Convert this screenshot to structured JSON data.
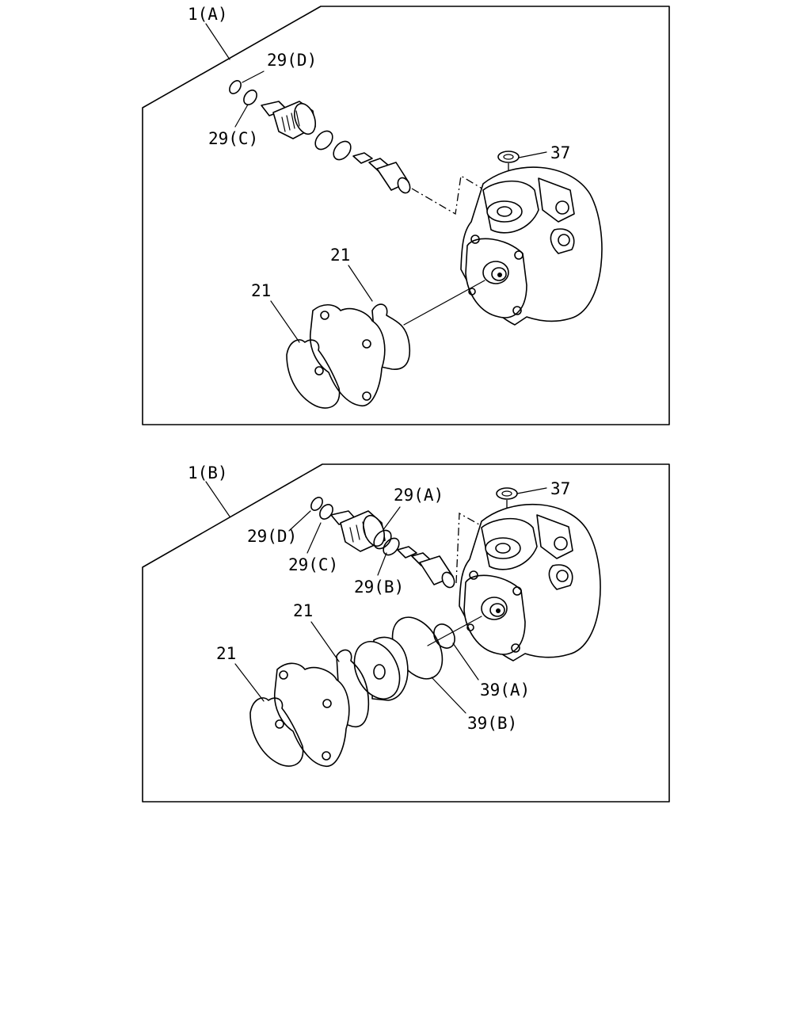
{
  "panels": [
    {
      "title": "1(A)",
      "labels": {
        "l29d": "29(D)",
        "l29c": "29(C)",
        "l37": "37",
        "l21a": "21",
        "l21b": "21"
      }
    },
    {
      "title": "1(B)",
      "labels": {
        "l29a": "29(A)",
        "l29d": "29(D)",
        "l29c": "29(C)",
        "l29b": "29(B)",
        "l37": "37",
        "l21a": "21",
        "l21b": "21",
        "l39a": "39(A)",
        "l39b": "39(B)"
      }
    }
  ]
}
